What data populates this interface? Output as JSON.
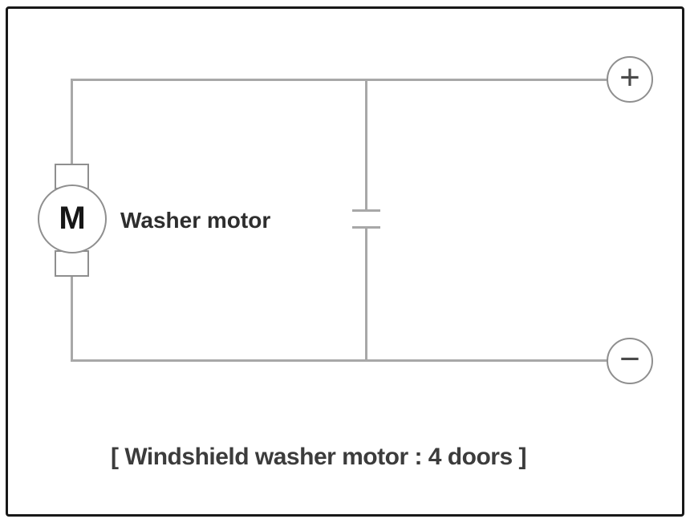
{
  "diagram": {
    "caption": "[ Windshield washer motor : 4 doors ]",
    "motor": {
      "symbol": "M",
      "label": "Washer motor"
    },
    "capacitor": {
      "name": "capacitor"
    },
    "terminals": {
      "positive_label": "+",
      "negative_label": "−"
    },
    "colors": {
      "wire": "#a8a8a8",
      "outline": "#8f8f8f",
      "frame_border": "#181818",
      "text": "#2e2e2e"
    }
  }
}
